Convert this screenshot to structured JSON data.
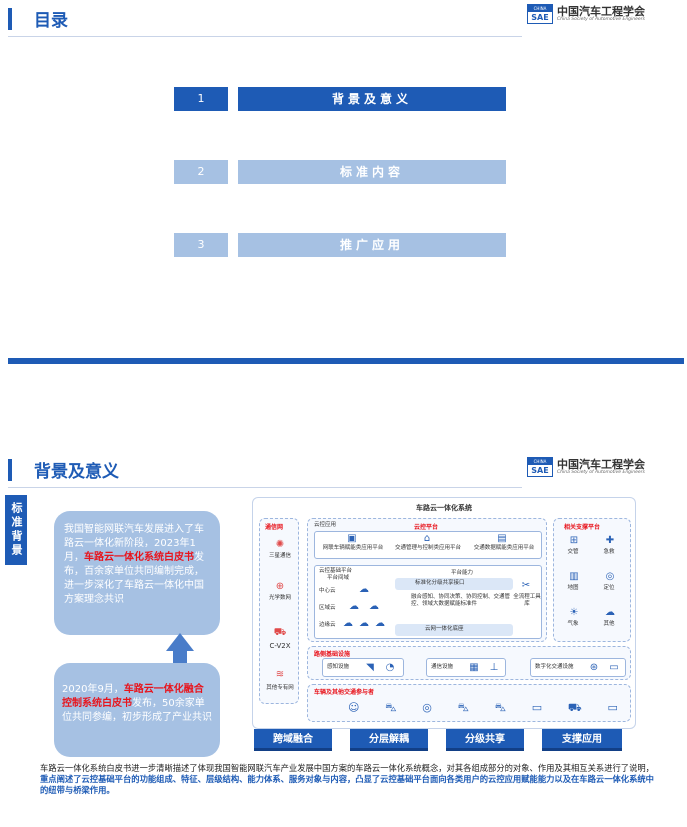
{
  "header": {
    "logo_cn": "中国汽车工程学会",
    "logo_en": "China Society of Automotive Engineers",
    "logo_badge_top": "CHINA",
    "logo_badge": "SAE"
  },
  "slide1": {
    "title": "目录",
    "toc": [
      {
        "num": "1",
        "label": "背景及意义"
      },
      {
        "num": "2",
        "label": "标准内容"
      },
      {
        "num": "3",
        "label": "推广应用"
      }
    ]
  },
  "slide2": {
    "title": "背景及意义",
    "side_tab": "标准背景",
    "bubble_top": {
      "pre": "我国智能网联汽车发展进入了车路云一体化新阶段，2023年1月，",
      "red": "车路云一体化系统白皮书",
      "post": "发布，百余家单位共同编制完成，进一步深化了车路云一体化中国方案理念共识"
    },
    "bubble_bottom": {
      "pre": "2020年9月，",
      "red": "车路云一体化融合控制系统白皮书",
      "post": "发布，50余家单位共同参编，初步形成了产业共识"
    },
    "diagram": {
      "title": "车路云一体化系统",
      "comm_title": "通信网",
      "comm_items": [
        "三星通信",
        "光学数网",
        "C-V2X",
        "其他专有网"
      ],
      "cloud_title": "云控平台",
      "cloud_apps_title": "云控应用",
      "cloud_apps": [
        "网联车辆赋能类应用平台",
        "交通管理与控制类应用平台",
        "交通数据赋能类应用平台"
      ],
      "base_title": "云控基础平台",
      "base_sub": "平台间域",
      "clouds": [
        "中心云",
        "区域云",
        "边缘云"
      ],
      "ability_title": "平台能力",
      "ability_items": [
        "标准化分级共享接口",
        "融合感知、协同决策、协同控制、交通管控、领域大数据赋能标准件",
        "全流程工具库",
        "云网一体化底座"
      ],
      "support_title": "相关支撑平台",
      "support_items": [
        "交管",
        "急救",
        "地图",
        "定位",
        "气象",
        "其他"
      ],
      "road_title": "路侧基础设施",
      "road_items": [
        "感知设施",
        "通信设施",
        "数字化交通设施"
      ],
      "vehicle_title": "车辆及其他交通参与者"
    },
    "buttons": [
      "跨域融合",
      "分层解耦",
      "分级共享",
      "支撑应用"
    ],
    "paragraph": {
      "normal": "车路云一体化系统白皮书进一步清晰描述了体现我国智能网联汽车产业发展中国方案的车路云一体化系统概念，对其各组成部分的对象、作用及其相互关系进行了说明，",
      "highlight": "重点阐述了云控基础平台的功能组成、特征、层级结构、能力体系、服务对象与内容，凸显了云控基础平台面向各类用户的云控应用赋能能力以及在车路云一体化系统中的纽带与桥梁作用。"
    }
  },
  "colors": {
    "primary": "#1e5bb5",
    "light": "#a6c1e3",
    "red": "#e8141c"
  }
}
